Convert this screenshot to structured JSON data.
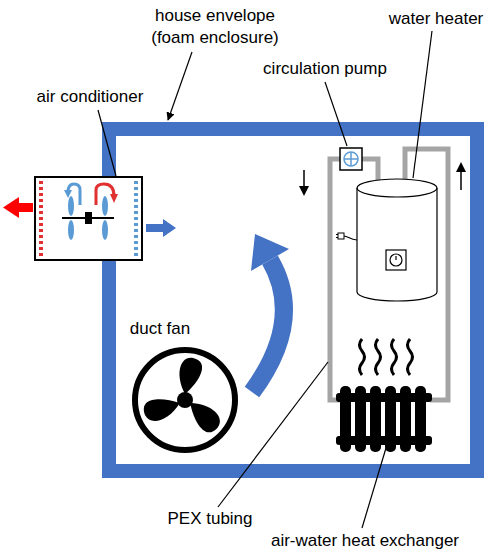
{
  "diagram": {
    "labels": [
      "house envelope (foam enclosure)",
      "water heater",
      "air conditioner",
      "circulation pump",
      "duct fan",
      "PEX tubing",
      "air-water heat exchanger"
    ]
  }
}
